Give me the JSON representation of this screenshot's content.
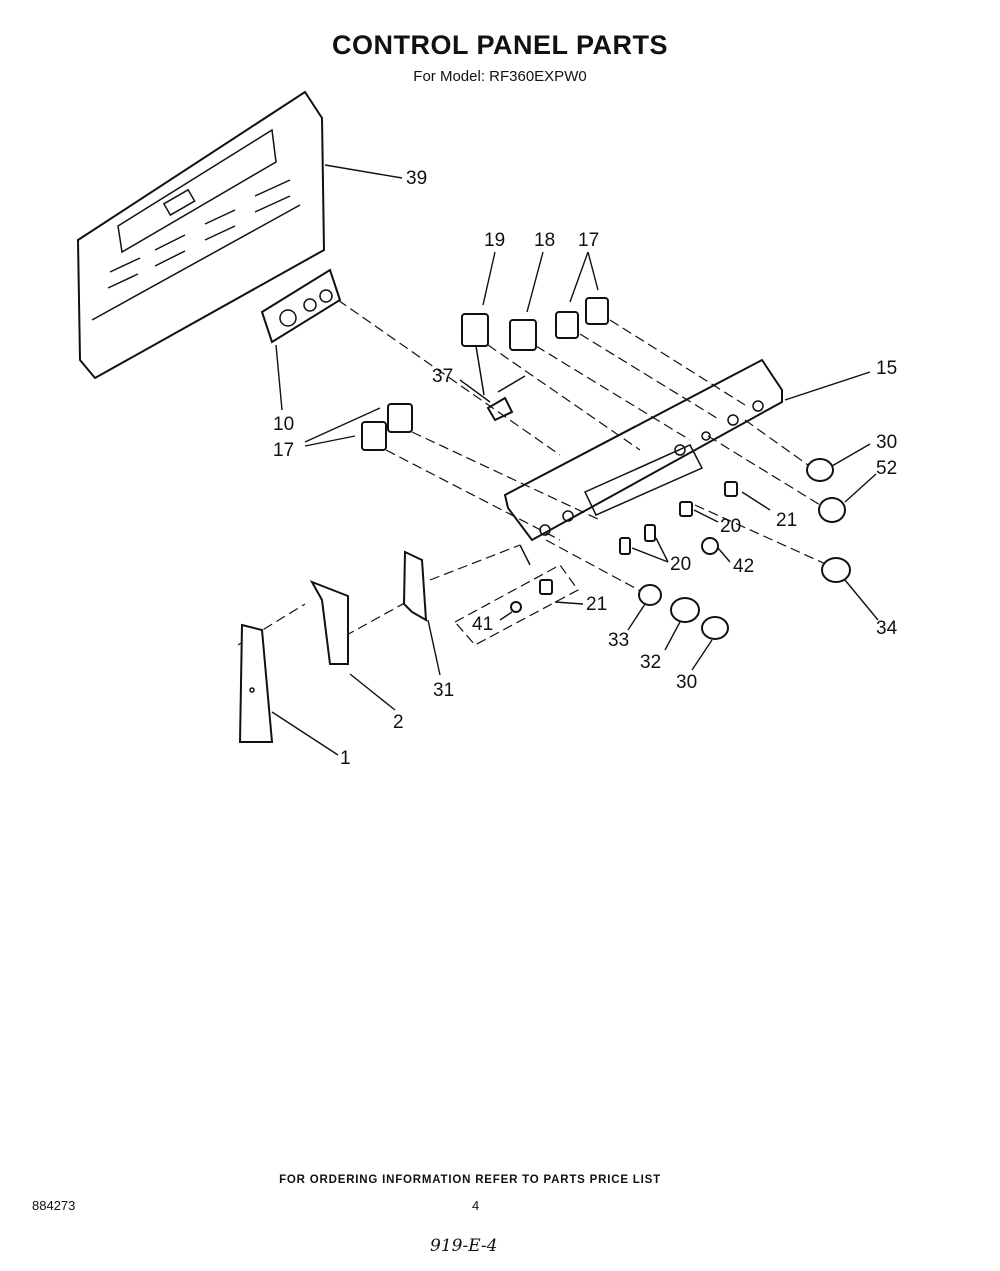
{
  "header": {
    "title": "CONTROL PANEL PARTS",
    "subtitle": "For Model: RF360EXPW0"
  },
  "callouts": [
    {
      "id": "c39",
      "label": "39"
    },
    {
      "id": "c19",
      "label": "19"
    },
    {
      "id": "c18",
      "label": "18"
    },
    {
      "id": "c17a",
      "label": "17"
    },
    {
      "id": "c15",
      "label": "15"
    },
    {
      "id": "c37",
      "label": "37"
    },
    {
      "id": "c10",
      "label": "10"
    },
    {
      "id": "c17b",
      "label": "17"
    },
    {
      "id": "c30a",
      "label": "30"
    },
    {
      "id": "c52",
      "label": "52"
    },
    {
      "id": "c20a",
      "label": "20"
    },
    {
      "id": "c21a",
      "label": "21"
    },
    {
      "id": "c20b",
      "label": "20"
    },
    {
      "id": "c42",
      "label": "42"
    },
    {
      "id": "c21b",
      "label": "21"
    },
    {
      "id": "c41",
      "label": "41"
    },
    {
      "id": "c33",
      "label": "33"
    },
    {
      "id": "c32",
      "label": "32"
    },
    {
      "id": "c30b",
      "label": "30"
    },
    {
      "id": "c34",
      "label": "34"
    },
    {
      "id": "c31",
      "label": "31"
    },
    {
      "id": "c2",
      "label": "2"
    },
    {
      "id": "c1",
      "label": "1"
    }
  ],
  "footer": {
    "ordering_note": "FOR ORDERING INFORMATION REFER TO PARTS PRICE LIST",
    "document_number": "884273",
    "page_number": "4",
    "handwritten_note": "919-E-4"
  }
}
